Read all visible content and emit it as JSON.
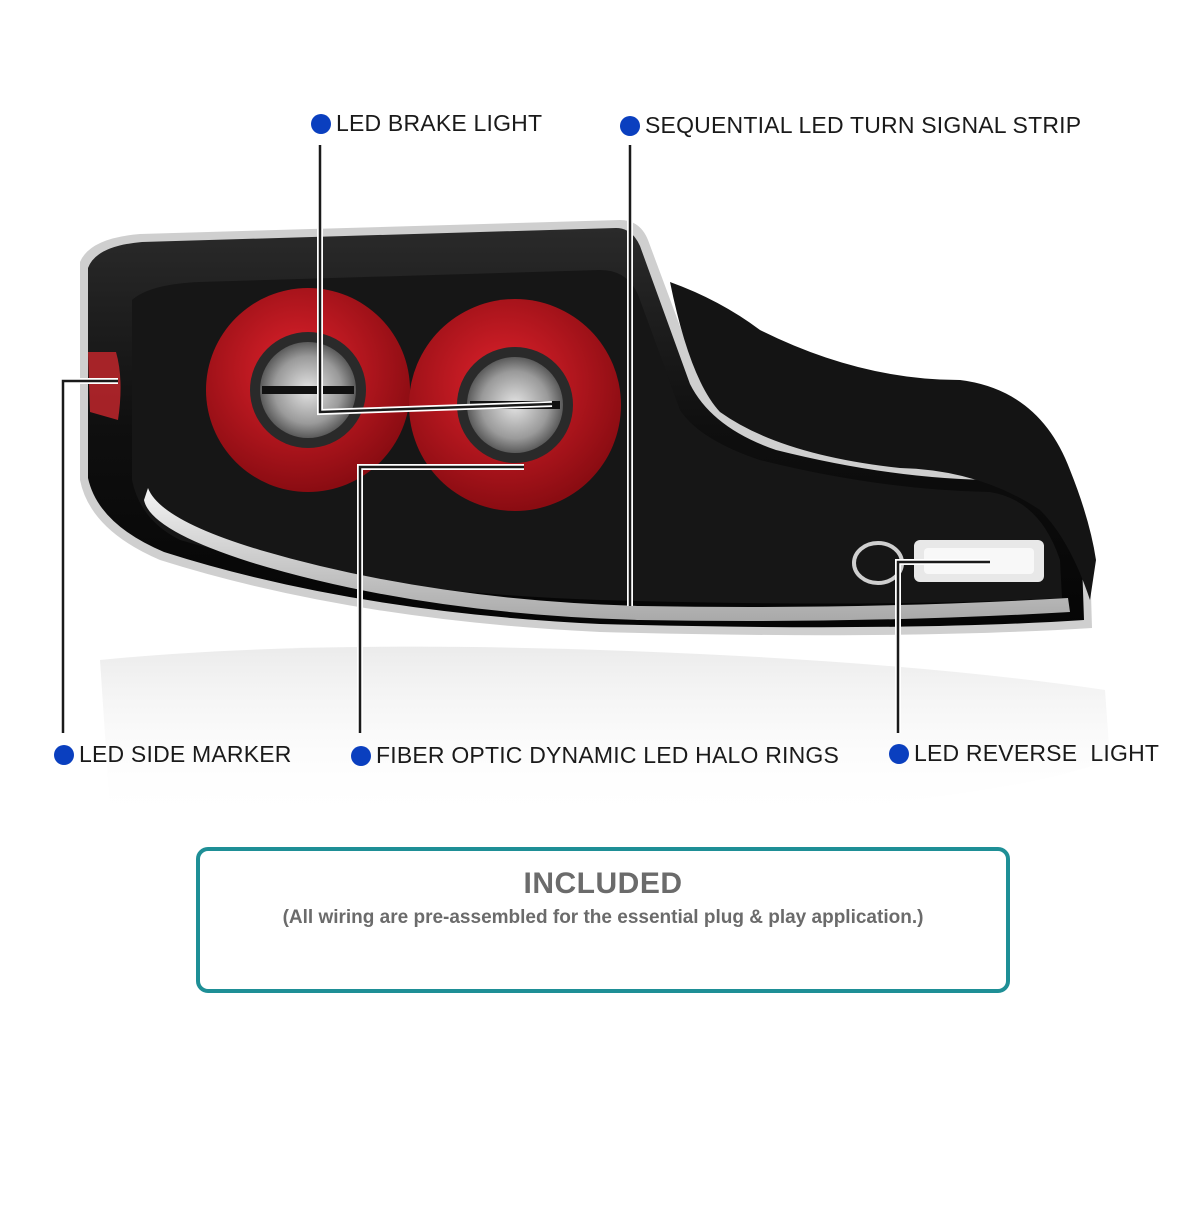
{
  "colors": {
    "callout_dot": "#0a3fbf",
    "frame_border": "#1e8f96",
    "halo_red": "#b3121c",
    "housing_black": "#111111",
    "label_text": "#1a1a1a",
    "box_text": "#6b6b6b"
  },
  "callouts": {
    "brake_light": "LED BRAKE LIGHT",
    "turn_signal": "SEQUENTIAL LED TURN SIGNAL STRIP",
    "side_marker": "LED SIDE MARKER",
    "halo_rings": "FIBER OPTIC DYNAMIC LED HALO RINGS",
    "reverse_light": "LED REVERSE  LIGHT"
  },
  "included": {
    "title": "INCLUDED",
    "note": "(All wiring are pre-assembled for the essential plug & play application.)"
  }
}
